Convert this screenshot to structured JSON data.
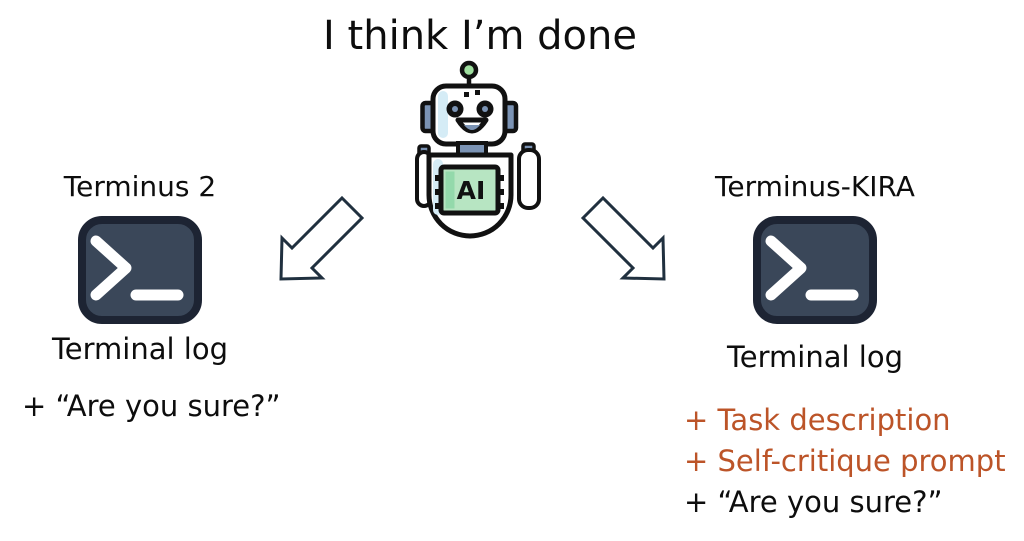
{
  "title": "I think I’m done",
  "robot": {
    "chip_label": "AI"
  },
  "left_branch": {
    "heading": "Terminus 2",
    "caption": "Terminal log",
    "items": [
      {
        "text": "+ “Are you sure?”",
        "color": "#0d0d0d"
      }
    ]
  },
  "right_branch": {
    "heading": "Terminus-KIRA",
    "caption": "Terminal log",
    "items": [
      {
        "text": "+ Task description",
        "color": "#bc5428"
      },
      {
        "text": "+ Self-critique prompt",
        "color": "#bc5428"
      },
      {
        "text": "+ “Are you sure?”",
        "color": "#0d0d0d"
      }
    ]
  },
  "icons": {
    "robot": "ai-robot-icon",
    "terminal": "terminal-prompt-icon",
    "arrow_left": "arrow-down-left-icon",
    "arrow_right": "arrow-down-right-icon"
  },
  "colors": {
    "background": "#ffffff",
    "text": "#0d0d0d",
    "accent_orange": "#bc5428",
    "terminal_fill": "#3a4759",
    "terminal_border": "#1d2433",
    "terminal_glyphs": "#ffffff",
    "arrow_outline": "#20303f",
    "robot_outline": "#111111",
    "robot_slate": "#7b93b4",
    "robot_chip_green": "#b7e5c2",
    "robot_antenna_green": "#9fdf9f",
    "robot_lightblue": "#d5ecf6"
  }
}
